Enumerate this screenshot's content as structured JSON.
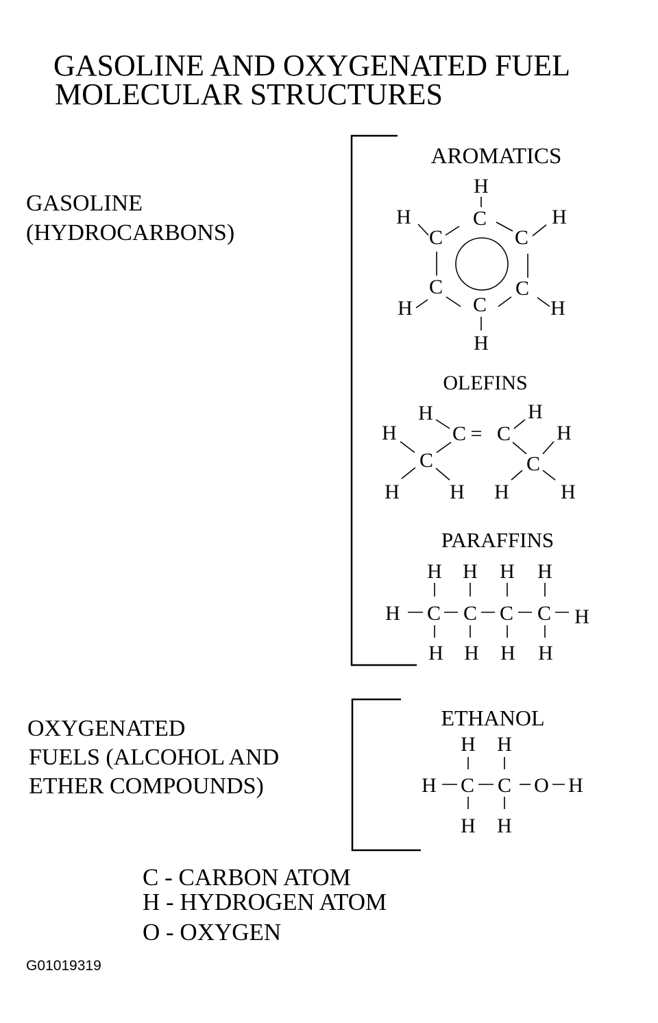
{
  "title": [
    "GASOLINE AND OXYGENATED FUEL",
    "MOLECULAR STRUCTURES"
  ],
  "groups": {
    "gasoline": {
      "label": [
        "GASOLINE",
        "(HYDROCARBONS)"
      ],
      "structures": {
        "aromatics": {
          "name": "AROMATICS"
        },
        "olefins": {
          "name": "OLEFINS"
        },
        "paraffins": {
          "name": "PARAFFINS"
        }
      }
    },
    "oxygenated": {
      "label": [
        "OXYGENATED",
        "FUELS (ALCOHOL AND",
        "ETHER COMPOUNDS)"
      ],
      "structures": {
        "ethanol": {
          "name": "ETHANOL"
        }
      }
    }
  },
  "atoms": {
    "carbon": "C",
    "hydrogen": "H",
    "oxygen": "O"
  },
  "bond_double": "=",
  "legend": [
    "C - CARBON ATOM",
    "H - HYDROGEN ATOM",
    "O - OXYGEN"
  ],
  "figure_code": "G01019319"
}
